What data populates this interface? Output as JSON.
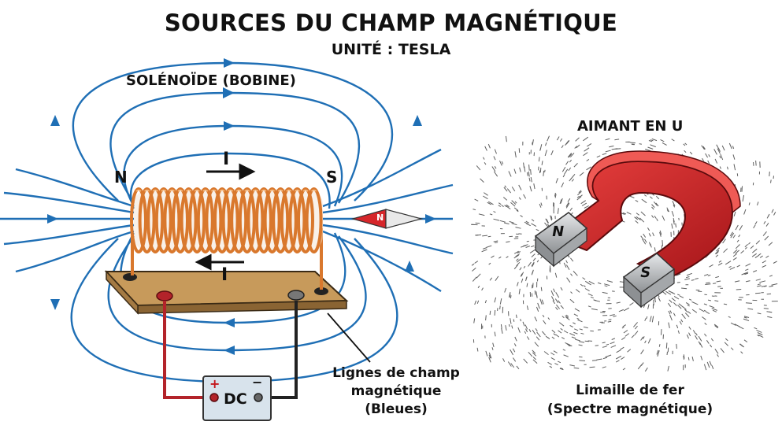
{
  "header": {
    "title": "SOURCES DU CHAMP MAGNÉTIQUE",
    "subtitle": "UNITÉ : TESLA"
  },
  "solenoid": {
    "heading": "SOLÉNOÏDE (BOBINE)",
    "pole_north": "N",
    "pole_south": "S",
    "current_top": "I",
    "current_bottom": "I",
    "compass_label": "N",
    "battery_plus": "+",
    "battery_minus": "−",
    "battery_label": "DC",
    "field_lines_caption": [
      "Lignes de champ",
      "magnétique",
      "(Bleues)"
    ]
  },
  "magnet": {
    "heading": "AIMANT EN U",
    "pole_north": "N",
    "pole_south": "S",
    "caption": [
      "Limaille de fer",
      "(Spectre magnétique)"
    ]
  },
  "colors": {
    "field_line": "#1f6fb5",
    "coil": "#d9782d",
    "board": "#c79a5b",
    "magnet_red": "#d6262a",
    "magnet_steel": "#b9bcbf"
  }
}
